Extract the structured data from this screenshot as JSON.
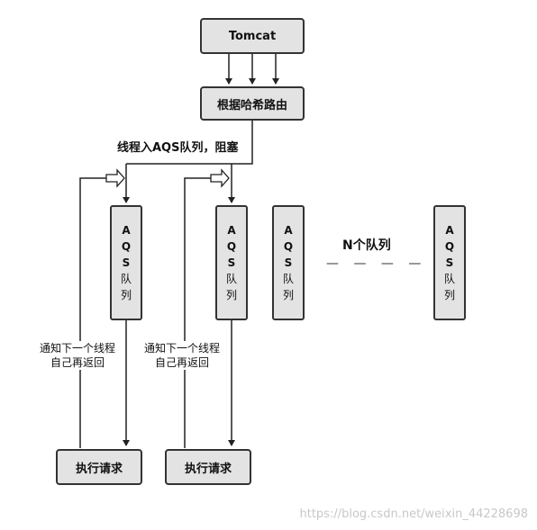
{
  "nodes": {
    "tomcat": "Tomcat",
    "router": "根据哈希路由",
    "exec1": "执行请求",
    "exec2": "执行请求"
  },
  "queue_chars": [
    "A",
    "Q",
    "S",
    "队",
    "列"
  ],
  "labels": {
    "enqueue": "线程入AQS队列，阻塞",
    "notify_line1": "通知下一个线程",
    "notify_line2": "自己再返回",
    "n_queues": "N个队列",
    "dashes": "— — — —"
  },
  "watermark": "https://blog.csdn.net/weixin_44228698"
}
